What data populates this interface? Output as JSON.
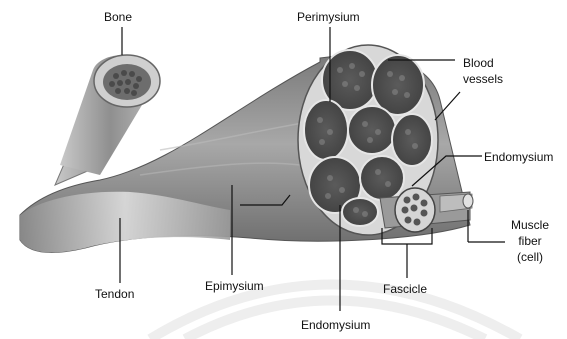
{
  "labels": {
    "bone": "Bone",
    "perimysium": "Perimysium",
    "blood_vessels_1": "Blood",
    "blood_vessels_2": "vessels",
    "endomysium_right": "Endomysium",
    "muscle_fiber_1": "Muscle",
    "muscle_fiber_2": "fiber",
    "muscle_fiber_3": "(cell)",
    "tendon": "Tendon",
    "epimysium": "Epimysium",
    "fascicle": "Fascicle",
    "endomysium_bottom": "Endomysium"
  }
}
